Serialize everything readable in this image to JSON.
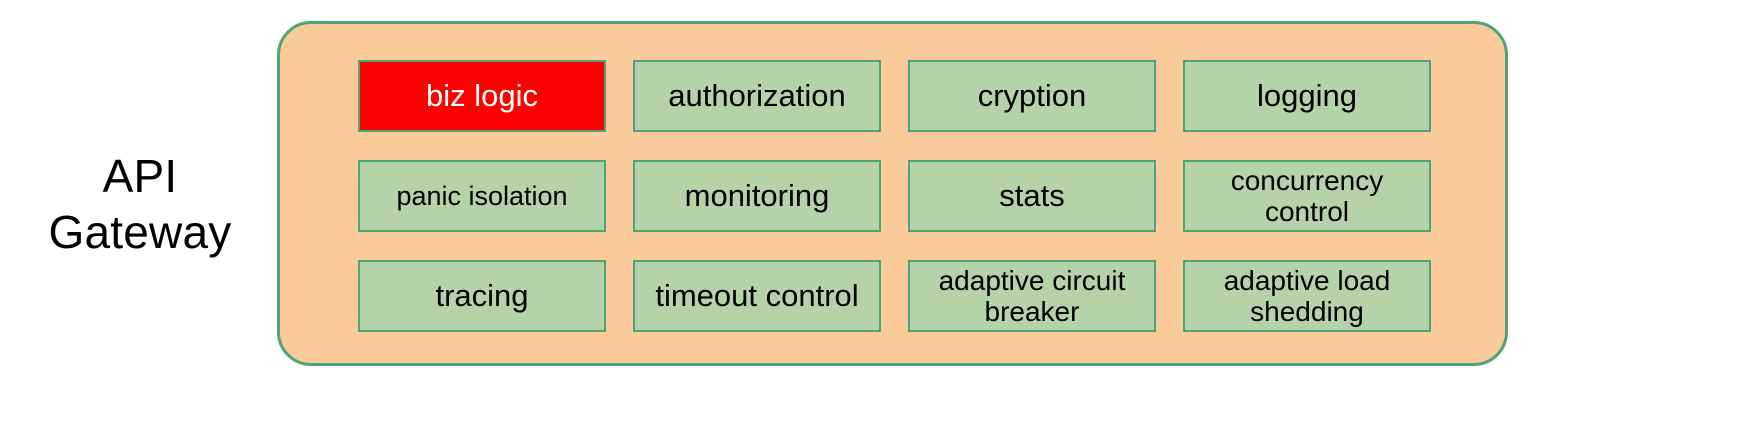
{
  "diagram": {
    "title": "API Gateway",
    "side_label": "API\nGateway",
    "colors": {
      "container_fill": "#fbca9a",
      "container_border": "#4ea476",
      "module_fill": "#b5d3a8",
      "module_border": "#4ea476",
      "highlight_fill": "#ff0000",
      "highlight_text": "#ffffff",
      "text": "#000000",
      "background": "#ffffff"
    },
    "modules": [
      {
        "label": "biz logic",
        "row": 1,
        "col": 1,
        "highlighted": true,
        "lines": 1
      },
      {
        "label": "authorization",
        "row": 1,
        "col": 2,
        "highlighted": false,
        "lines": 1
      },
      {
        "label": "cryption",
        "row": 1,
        "col": 3,
        "highlighted": false,
        "lines": 1
      },
      {
        "label": "logging",
        "row": 1,
        "col": 4,
        "highlighted": false,
        "lines": 1
      },
      {
        "label": "panic isolation",
        "row": 2,
        "col": 1,
        "highlighted": false,
        "lines": 1
      },
      {
        "label": "monitoring",
        "row": 2,
        "col": 2,
        "highlighted": false,
        "lines": 1
      },
      {
        "label": "stats",
        "row": 2,
        "col": 3,
        "highlighted": false,
        "lines": 1
      },
      {
        "label": "concurrency\ncontrol",
        "row": 2,
        "col": 4,
        "highlighted": false,
        "lines": 2
      },
      {
        "label": "tracing",
        "row": 3,
        "col": 1,
        "highlighted": false,
        "lines": 1
      },
      {
        "label": "timeout control",
        "row": 3,
        "col": 2,
        "highlighted": false,
        "lines": 1
      },
      {
        "label": "adaptive circuit\nbreaker",
        "row": 3,
        "col": 3,
        "highlighted": false,
        "lines": 2
      },
      {
        "label": "adaptive load\nshedding",
        "row": 3,
        "col": 4,
        "highlighted": false,
        "lines": 2
      }
    ]
  }
}
